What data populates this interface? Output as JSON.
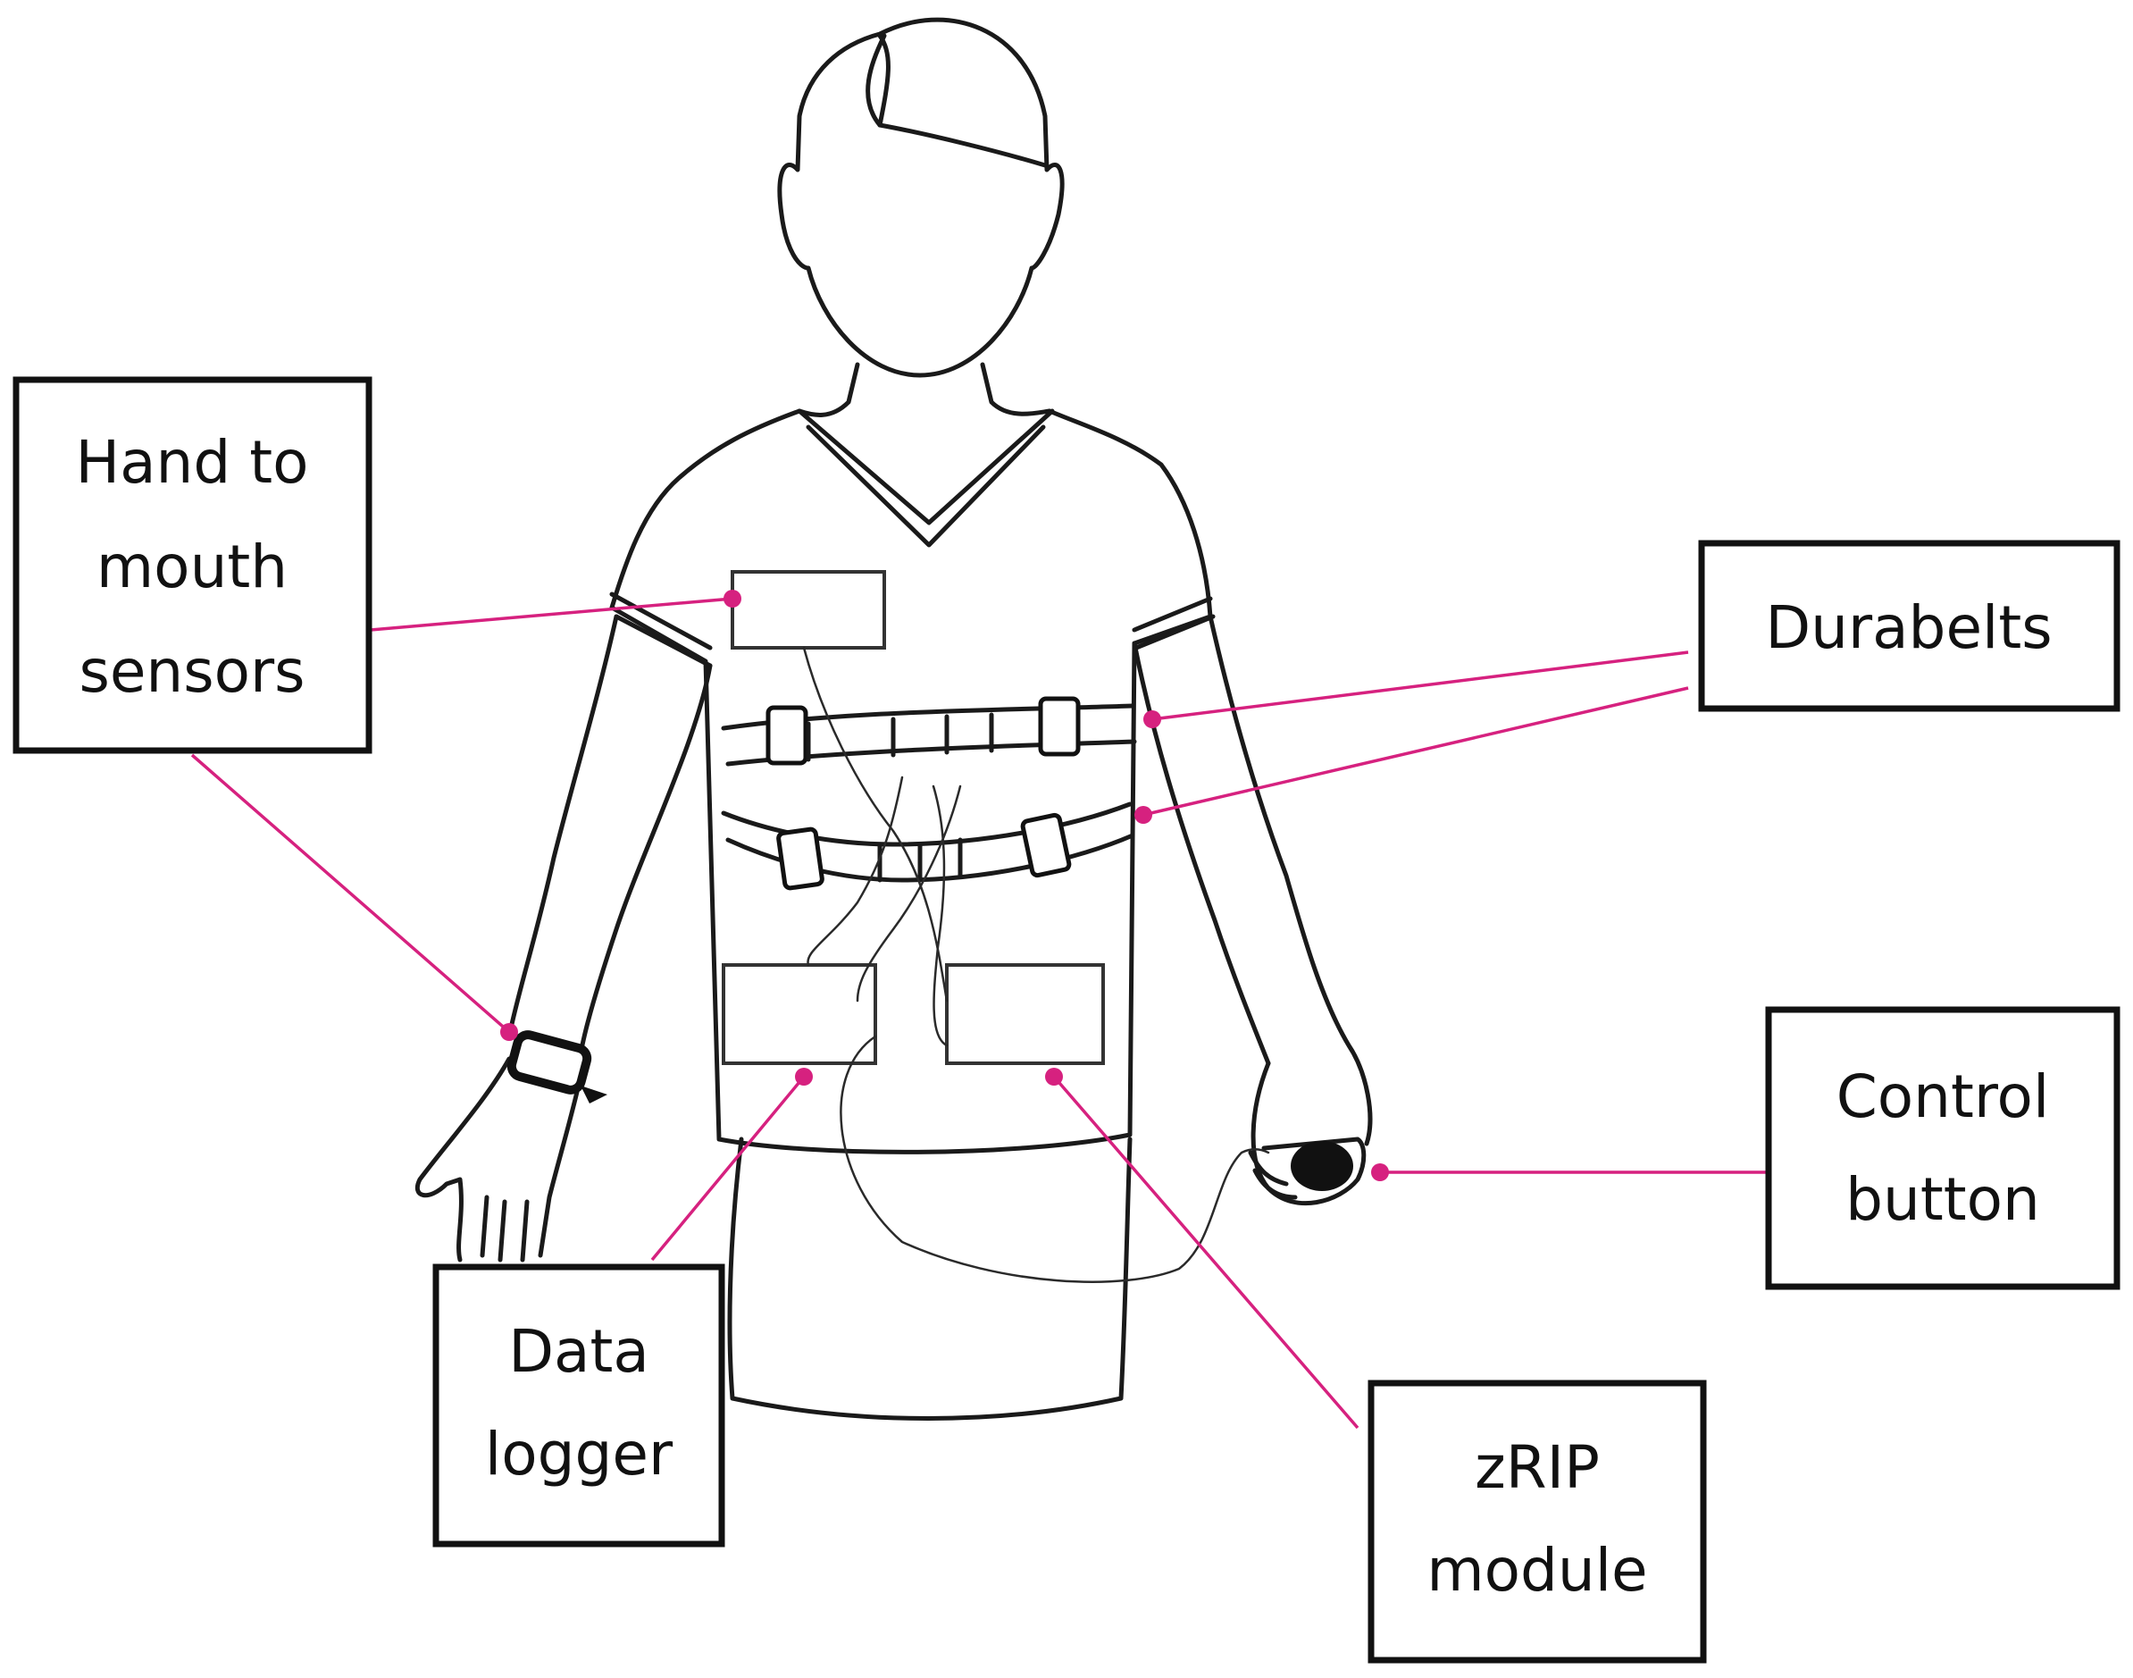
{
  "colors": {
    "leader": "#d6217f",
    "outline": "#111111"
  },
  "callouts": {
    "hand_to_mouth": {
      "lines": [
        "Hand to",
        "mouth",
        "sensors"
      ]
    },
    "durabelts": {
      "lines": [
        "Durabelts"
      ]
    },
    "control_button": {
      "lines": [
        "Control",
        "button"
      ]
    },
    "data_logger": {
      "lines": [
        "Data",
        "logger"
      ]
    },
    "zrip_module": {
      "lines": [
        "zRIP",
        "module"
      ]
    }
  }
}
